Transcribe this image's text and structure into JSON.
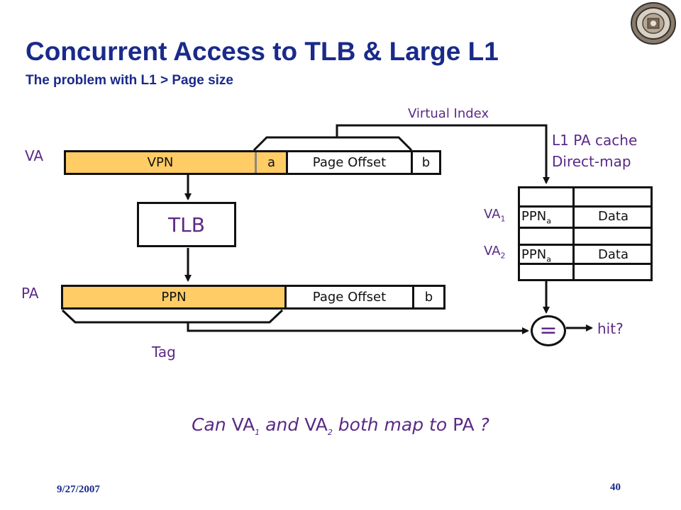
{
  "header": {
    "title": "Concurrent Access to TLB & Large L1",
    "subtitle": "The problem with L1 > Page size"
  },
  "diagram": {
    "va_label": "VA",
    "pa_label": "PA",
    "virtual_index_label": "Virtual Index",
    "cache_label_line1": "L1 PA cache",
    "cache_label_line2": "Direct-map",
    "tlb_label": "TLB",
    "tag_label": "Tag",
    "hit_label": "hit?",
    "compare_symbol": "=",
    "va_fields": [
      "VPN",
      "a",
      "Page Offset",
      "b"
    ],
    "pa_fields": [
      "PPN",
      "Page Offset",
      "b"
    ],
    "cache_rows": [
      {
        "va": "VA",
        "va_sub": "1",
        "ppn": "PPN",
        "ppn_sub": "a",
        "data": "Data"
      },
      {
        "va": "VA",
        "va_sub": "2",
        "ppn": "PPN",
        "ppn_sub": "a",
        "data": "Data"
      }
    ]
  },
  "question": {
    "p1": "Can ",
    "va1": "VA",
    "sub1": "1",
    "p2": " and ",
    "va2": "VA",
    "sub2": "2",
    "p3": " both map to ",
    "pa": "PA",
    "p4": " ?"
  },
  "footer": {
    "date": "9/27/2007",
    "page": "40"
  },
  "colors": {
    "title": "#1a2a8a",
    "label_purple": "#5b2a86",
    "field_orange": "#ffcc66"
  }
}
